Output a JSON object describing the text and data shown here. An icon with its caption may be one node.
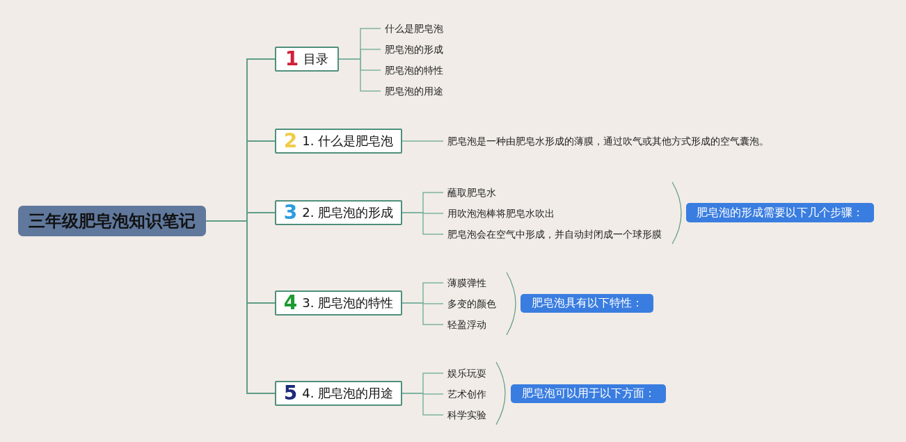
{
  "diagram": {
    "nodes": [
      {
        "text": [
          "三年级肥皂泡知识笔记"
        ]
      },
      {
        "text": [
          "1",
          "目录"
        ]
      },
      {
        "text": [
          "什么是肥皂泡"
        ]
      },
      {
        "text": [
          "肥皂泡的形成"
        ]
      },
      {
        "text": [
          "肥皂泡的特性"
        ]
      },
      {
        "text": [
          "肥皂泡的用途"
        ]
      },
      {
        "text": [
          "2",
          "1. 什么是肥皂泡"
        ]
      },
      {
        "text": [
          "肥皂泡是一种由肥皂水形成的薄膜，通过吹气或其他方式形成的空气囊泡。"
        ]
      },
      {
        "text": [
          "3",
          "2. 肥皂泡的形成"
        ]
      },
      {
        "text": [
          "蘸取肥皂水"
        ]
      },
      {
        "text": [
          "用吹泡泡棒将肥皂水吹出"
        ]
      },
      {
        "text": [
          "肥皂泡会在空气中形成，并自动封闭成一个球形膜"
        ]
      },
      {
        "text": [
          "肥皂泡的形成需要以下几个步骤："
        ]
      },
      {
        "text": [
          "4",
          "3. 肥皂泡的特性"
        ]
      },
      {
        "text": [
          "薄膜弹性"
        ]
      },
      {
        "text": [
          "多变的颜色"
        ]
      },
      {
        "text": [
          "轻盈浮动"
        ]
      },
      {
        "text": [
          "肥皂泡具有以下特性："
        ]
      },
      {
        "text": [
          "5",
          "4. 肥皂泡的用途"
        ]
      },
      {
        "text": [
          "娱乐玩耍"
        ]
      },
      {
        "text": [
          "艺术创作"
        ]
      },
      {
        "text": [
          "科学实验"
        ]
      },
      {
        "text": [
          "肥皂泡可以用于以下方面："
        ]
      }
    ],
    "edges": [
      {
        "from": 0,
        "to": 1,
        "arrow": "none"
      },
      {
        "from": 0,
        "to": 6,
        "arrow": "none"
      },
      {
        "from": 0,
        "to": 8,
        "arrow": "none"
      },
      {
        "from": 0,
        "to": 13,
        "arrow": "none"
      },
      {
        "from": 0,
        "to": 18,
        "arrow": "none"
      },
      {
        "from": 1,
        "to": 2,
        "arrow": "none"
      },
      {
        "from": 1,
        "to": 3,
        "arrow": "none"
      },
      {
        "from": 1,
        "to": 4,
        "arrow": "none"
      },
      {
        "from": 1,
        "to": 5,
        "arrow": "none"
      },
      {
        "from": 6,
        "to": 7,
        "arrow": "none"
      },
      {
        "from": 8,
        "to": 9,
        "arrow": "none"
      },
      {
        "from": 8,
        "to": 10,
        "arrow": "none"
      },
      {
        "from": 8,
        "to": 11,
        "arrow": "none"
      },
      {
        "from": 13,
        "to": 14,
        "arrow": "none"
      },
      {
        "from": 13,
        "to": 15,
        "arrow": "none"
      },
      {
        "from": 13,
        "to": 16,
        "arrow": "none"
      },
      {
        "from": 18,
        "to": 19,
        "arrow": "none"
      },
      {
        "from": 18,
        "to": 20,
        "arrow": "none"
      },
      {
        "from": 18,
        "to": 21,
        "arrow": "none"
      }
    ]
  }
}
